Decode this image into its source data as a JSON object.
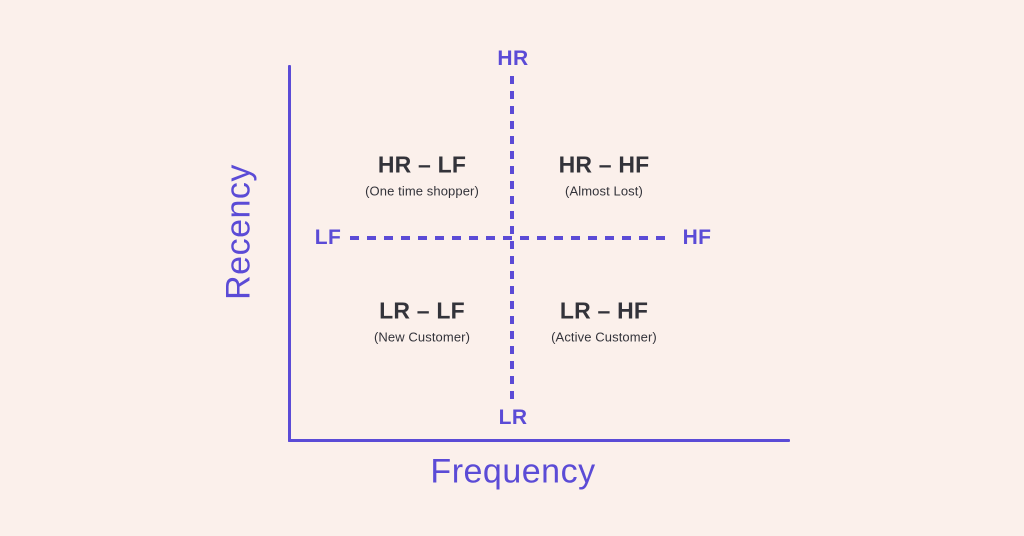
{
  "diagram": {
    "background_color": "#FBF0EB",
    "accent_color": "#5B4BD6",
    "text_color": "#33333A",
    "axes": {
      "y_title": "Recency",
      "x_title": "Frequency"
    },
    "poles": {
      "top": "HR",
      "bottom": "LR",
      "left": "LF",
      "right": "HF"
    },
    "quadrants": [
      {
        "id": "hr-lf",
        "title": "HR – LF",
        "subtitle": "(One time shopper)"
      },
      {
        "id": "hr-hf",
        "title": "HR – HF",
        "subtitle": "(Almost Lost)"
      },
      {
        "id": "lr-lf",
        "title": "LR – LF",
        "subtitle": "(New Customer)"
      },
      {
        "id": "lr-hf",
        "title": "LR – HF",
        "subtitle": "(Active Customer)"
      }
    ]
  }
}
